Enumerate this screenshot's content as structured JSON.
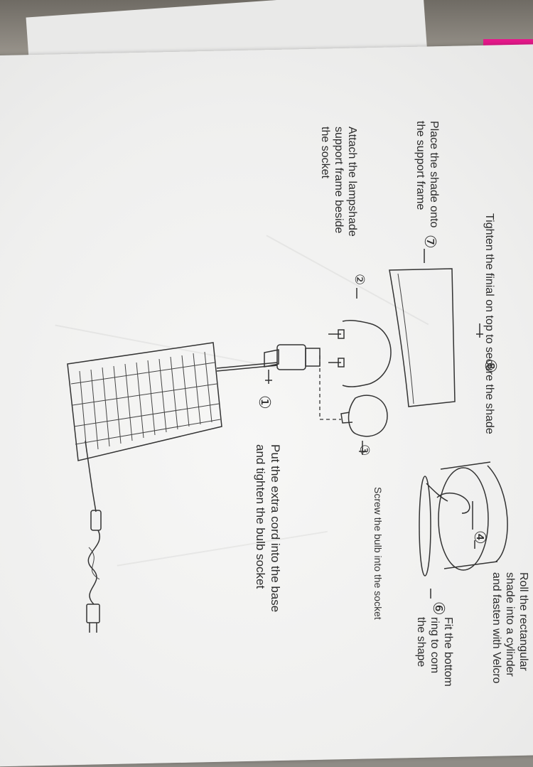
{
  "instructions": {
    "step8": "Tighten the finial on top to secure the shade",
    "step7": [
      "Place the shade onto",
      "the support frame"
    ],
    "step2": [
      "Attach the lampshade",
      "support frame beside",
      "the socket"
    ],
    "step3": "Screw the bulb into the socket",
    "step4": [
      "Roll the rectangular",
      "shade into a cylinder",
      "and fasten with Velcro"
    ],
    "step6": [
      "Fit the bottom",
      "ring to com",
      "the shape"
    ],
    "step1": [
      "Put the extra cord into the base",
      "and tighten the bulb socket"
    ]
  },
  "step_numbers": {
    "one": "①",
    "two": "②",
    "three": "③",
    "four": "④",
    "six": "⑥",
    "seven": "⑦",
    "eight": "⑧"
  }
}
